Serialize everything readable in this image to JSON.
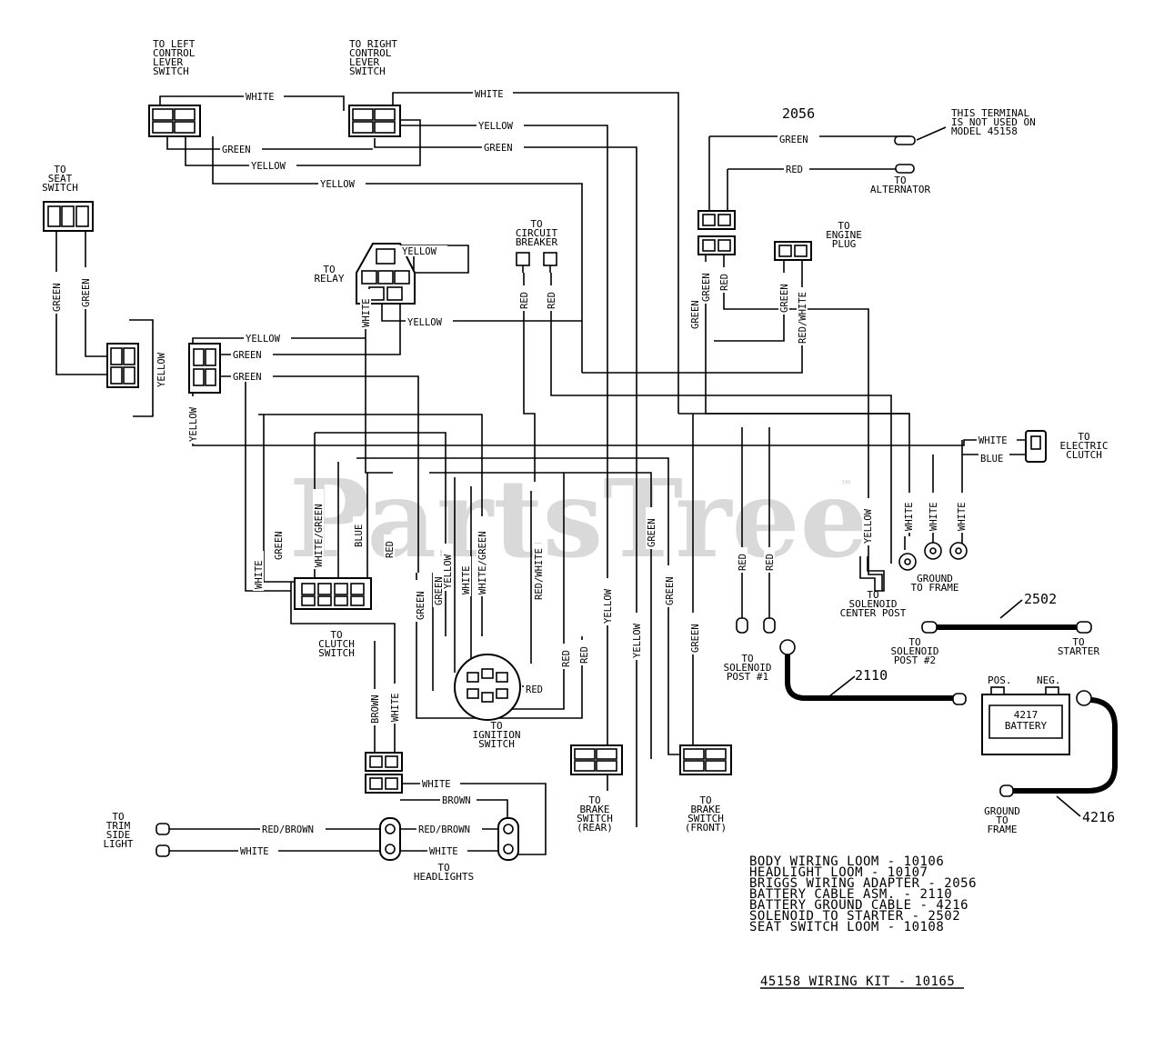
{
  "watermark": {
    "text": "PartsTree",
    "tm": "™"
  },
  "wire_colors": {
    "white": "WHITE",
    "yellow": "YELLOW",
    "green": "GREEN",
    "red": "RED",
    "blue": "BLUE",
    "brown": "BROWN",
    "white_green": "WHITE/GREEN",
    "red_white": "RED/WHITE",
    "red_brown": "RED/BROWN"
  },
  "labels": {
    "left_lever_switch": [
      "TO LEFT",
      "CONTROL",
      "LEVER",
      "SWITCH"
    ],
    "right_lever_switch": [
      "TO RIGHT",
      "CONTROL",
      "LEVER",
      "SWITCH"
    ],
    "seat_switch": [
      "TO",
      "SEAT",
      "SWITCH"
    ],
    "relay": [
      "TO",
      "RELAY"
    ],
    "circuit_breaker": [
      "TO",
      "CIRCUIT",
      "BREAKER"
    ],
    "engine_plug": [
      "TO",
      "ENGINE",
      "PLUG"
    ],
    "alternator": [
      "TO",
      "ALTERNATOR"
    ],
    "terminal_note": [
      "THIS TERMINAL",
      "IS NOT USED ON",
      "MODEL 45158"
    ],
    "part_2056": "2056",
    "electric_clutch": [
      "TO",
      "ELECTRIC",
      "CLUTCH"
    ],
    "ground_to_frame_1": [
      "GROUND",
      "TO FRAME"
    ],
    "solenoid_center": [
      "TO",
      "SOLENOID",
      "CENTER POST"
    ],
    "solenoid_post2": [
      "TO",
      "SOLENOID",
      "POST #2"
    ],
    "starter": [
      "TO",
      "STARTER"
    ],
    "part_2502": "2502",
    "solenoid_post1": [
      "TO",
      "SOLENOID",
      "POST #1"
    ],
    "part_2110": "2110",
    "battery_pos": "POS.",
    "battery_neg": "NEG.",
    "battery_name": [
      "4217",
      "BATTERY"
    ],
    "ground_to_frame_2": [
      "GROUND",
      "TO",
      "FRAME"
    ],
    "part_4216": "4216",
    "clutch_switch": [
      "TO",
      "CLUTCH",
      "SWITCH"
    ],
    "ignition_switch": [
      "TO",
      "IGNITION",
      "SWITCH"
    ],
    "brake_rear": [
      "TO",
      "BRAKE",
      "SWITCH",
      "(REAR)"
    ],
    "brake_front": [
      "TO",
      "BRAKE",
      "SWITCH",
      "(FRONT)"
    ],
    "trim_light": [
      "TO",
      "TRIM",
      "SIDE",
      "LIGHT"
    ],
    "headlights": [
      "TO",
      "HEADLIGHTS"
    ]
  },
  "legend": [
    "BODY WIRING LOOM - 10106",
    "HEADLIGHT LOOM - 10107",
    "BRIGGS WIRING ADAPTER - 2056",
    "BATTERY CABLE ASM. - 2110",
    "BATTERY GROUND CABLE - 4216",
    "SOLENOID TO STARTER - 2502",
    "SEAT SWITCH LOOM - 10108"
  ],
  "kit_title": "45158 WIRING KIT - 10165"
}
